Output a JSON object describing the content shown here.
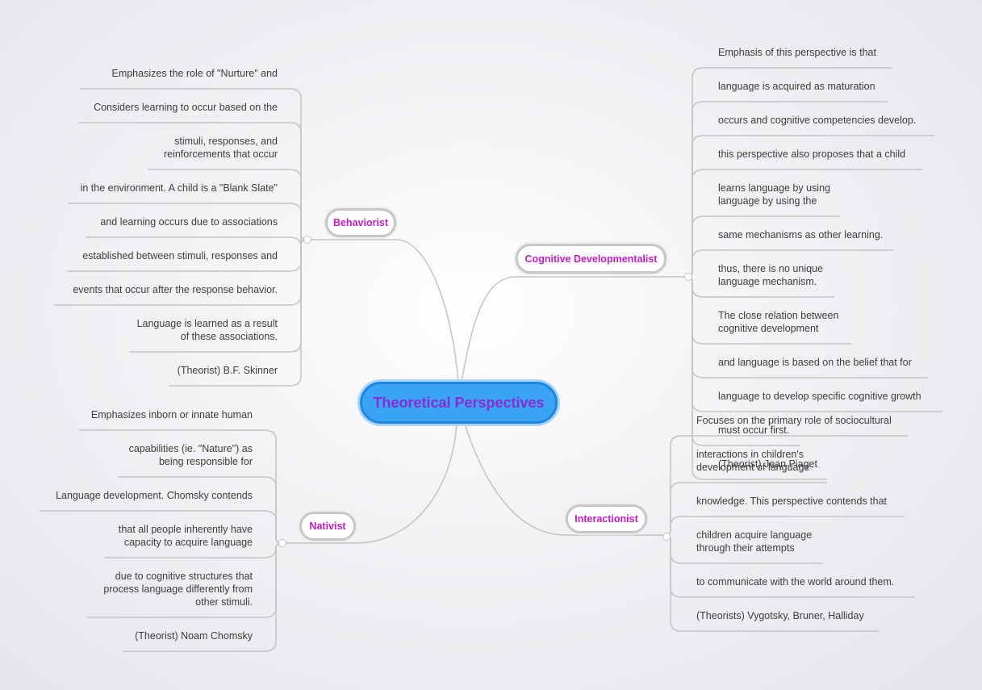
{
  "central_topic": "Theoretical Perspectives",
  "colors": {
    "line": "#c3c3c3",
    "root_fill": "#3aa3f3",
    "topic_text": "#c31cc3",
    "root_text": "#8a2bd6"
  },
  "branches": {
    "behaviorist": {
      "label": "Behaviorist",
      "items": [
        "Emphasizes the role of \"Nurture\" and",
        "Considers learning to occur based on the",
        "stimuli, responses, and\nreinforcements that occur",
        "in the environment. A child is a \"Blank Slate\"",
        "and learning occurs due to associations",
        "established between stimuli, responses and",
        "events that occur after the response behavior.",
        "Language is learned as a result\nof these associations.",
        "(Theorist) B.F. Skinner"
      ]
    },
    "nativist": {
      "label": "Nativist",
      "items": [
        "Emphasizes inborn or innate human",
        "capabilities (ie. \"Nature\") as\nbeing responsible for",
        "Language development. Chomsky contends",
        "that all people inherently have\ncapacity to acquire language",
        "due to cognitive structures that\nprocess language differently from\nother stimuli.",
        "(Theorist) Noam Chomsky"
      ]
    },
    "cognitive": {
      "label": "Cognitive Developmentalist",
      "items": [
        "Emphasis of this perspective is that",
        "language is acquired as maturation",
        "occurs and cognitive competencies develop.",
        "this perspective also proposes that a child",
        "learns language by using\nlanguage by using the",
        "same mechanisms as other learning.",
        "thus, there is no unique\nlanguage mechanism.",
        "The close relation between\ncognitive development",
        "and language is based on the belief that for",
        "language to develop specific cognitive growth",
        "must occur first.",
        "(Theorist) Jean Piaget"
      ]
    },
    "interactionist": {
      "label": "Interactionist",
      "items": [
        "Focuses on the primary role of sociocultural",
        "interactions in children's\ndevelopment of language",
        "knowledge. This perspective contends that",
        "children acquire language\nthrough their attempts",
        "to communicate with the world around them.",
        "(Theorists) Vygotsky, Bruner, Halliday"
      ]
    }
  }
}
